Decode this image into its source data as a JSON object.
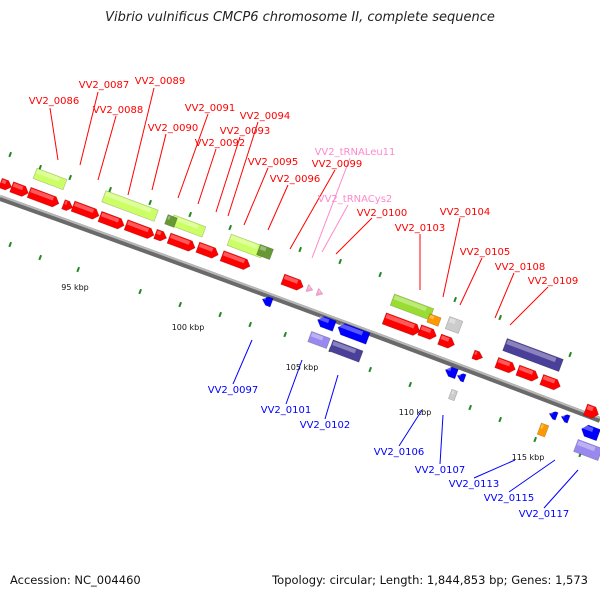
{
  "title": "Vibrio vulnificus CMCP6 chromosome II, complete sequence",
  "footer": {
    "accession": "Accession: NC_004460",
    "topology": "Topology: circular; Length: 1,844,853 bp; Genes: 1,573"
  },
  "scale_labels": [
    "95 kbp",
    "100 kbp",
    "105 kbp",
    "110 kbp",
    "115 kbp"
  ],
  "colors": {
    "forward_gene": "#ff0000",
    "reverse_gene": "#0000ff",
    "cog_green": "#99dd33",
    "cog_lightgreen": "#ccff66",
    "cog_olive": "#669933",
    "cog_purple": "#4a3f99",
    "cog_lavender": "#9988ee",
    "cog_orange": "#ff9900",
    "cog_grey": "#cccccc",
    "trna": "#ff88cc",
    "backbone": "#888888",
    "scale_tick": "#228822"
  },
  "forward_labels": [
    "VV2_0086",
    "VV2_0087",
    "VV2_0088",
    "VV2_0089",
    "VV2_0090",
    "VV2_0091",
    "VV2_0092",
    "VV2_0093",
    "VV2_0094",
    "VV2_0095",
    "VV2_0096",
    "VV2_0099",
    "VV2_0100",
    "VV2_0103",
    "VV2_0104",
    "VV2_0105",
    "VV2_0108",
    "VV2_0109"
  ],
  "trna_labels": [
    "VV2_tRNALeu11",
    "VV2_tRNACys2"
  ],
  "reverse_labels": [
    "VV2_0097",
    "VV2_0101",
    "VV2_0102",
    "VV2_0106",
    "VV2_0107",
    "VV2_0113",
    "VV2_0115",
    "VV2_0117"
  ]
}
